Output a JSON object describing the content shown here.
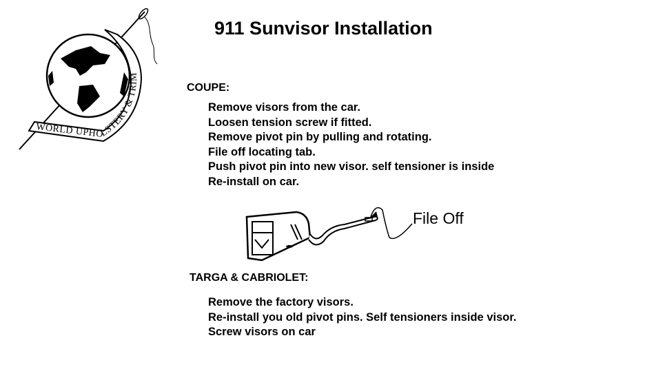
{
  "title": "911 Sunvisor Installation",
  "logo": {
    "text": "WORLD UPHOLSTERY & TRIM",
    "icon": "globe-needle-logo"
  },
  "sections": [
    {
      "heading": "COUPE:",
      "steps": [
        "Remove visors from the car.",
        "Loosen tension screw if fitted.",
        "Remove pivot pin by pulling and rotating.",
        "File off locating tab.",
        "Push pivot pin into new visor. self tensioner is inside",
        "Re-install on car."
      ]
    },
    {
      "heading": "TARGA & CABRIOLET:",
      "steps": [
        "Remove the factory visors.",
        "Re-install you old pivot pins. Self tensioners inside visor.",
        "Screw visors on car"
      ]
    }
  ],
  "diagram": {
    "label": "File Off"
  }
}
